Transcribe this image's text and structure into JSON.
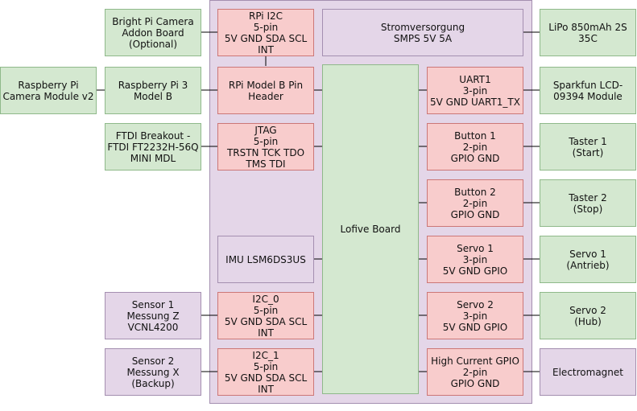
{
  "colors": {
    "external": "#d4e8d0",
    "connector": "#f8cccc",
    "module": "#e4d6e8"
  },
  "boxes": {
    "bright_pi": "Bright Pi Camera\nAddon Board\n(Optional)",
    "rpi_i2c": "RPi I2C\n5-pin\n5V GND SDA SCL\nINT",
    "power": "Stromversorgung\nSMPS 5V 5A",
    "lipo": "LiPo 850mAh 2S\n35C",
    "rpi_cam": "Raspberry Pi\nCamera Module v2",
    "rpi3": "Raspberry Pi 3\nModel B",
    "rpi_header": "RPi Model B Pin\nHeader",
    "lofive": "Lofive Board",
    "uart1": "UART1\n3-pin\n5V GND UART1_TX",
    "lcd": "Sparkfun LCD-\n09394 Module",
    "ftdi": "FTDI Breakout -\nFTDI FT2232H-56Q\nMINI MDL",
    "jtag": "JTAG\n5-pin\nTRSTN TCK TDO\nTMS TDI",
    "button1": "Button 1\n2-pin\nGPIO GND",
    "taster1": "Taster 1\n(Start)",
    "button2": "Button 2\n2-pin\nGPIO GND",
    "taster2": "Taster 2\n(Stop)",
    "imu": "IMU LSM6DS3US",
    "servo1_conn": "Servo 1\n3-pin\n5V GND GPIO",
    "servo1": "Servo 1\n(Antrieb)",
    "sensor1": "Sensor 1\nMessung Z\nVCNL4200",
    "i2c0": "I2C_0\n5-pin\n5V GND SDA SCL\nINT",
    "servo2_conn": "Servo 2\n3-pin\n5V GND GPIO",
    "servo2": "Servo 2\n(Hub)",
    "sensor2": "Sensor 2\nMessung X\n(Backup)",
    "i2c1": "I2C_1\n5-pin\n5V GND SDA SCL\nINT",
    "hc_gpio": "High Current GPIO\n2-pin\nGPIO GND",
    "magnet": "Electromagnet"
  }
}
